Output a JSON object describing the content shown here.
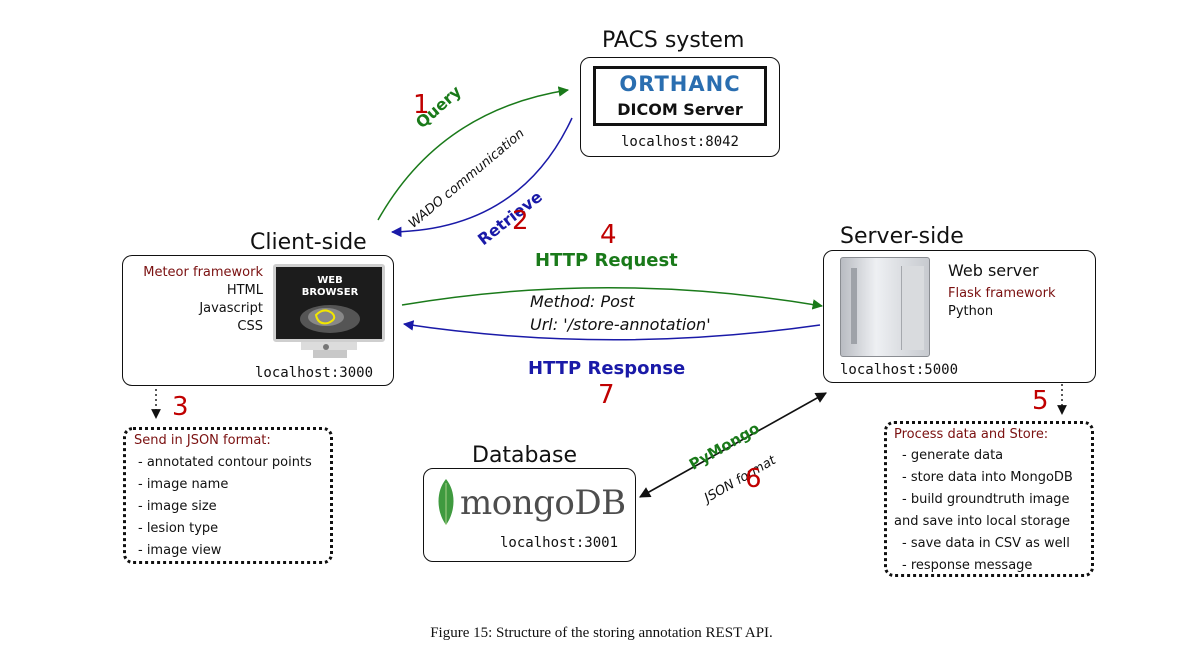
{
  "pacs": {
    "title": "PACS system",
    "logo_text": "ORTHANC",
    "server_label": "DICOM Server",
    "host": "localhost:8042"
  },
  "client": {
    "title": "Client-side",
    "tech": [
      "Meteor framework",
      "HTML",
      "Javascript",
      "CSS"
    ],
    "screen_text": "WEB BROWSER",
    "host": "localhost:3000"
  },
  "server": {
    "title": "Server-side",
    "name": "Web server",
    "framework": "Flask framework",
    "language": "Python",
    "host": "localhost:5000"
  },
  "database": {
    "title": "Database",
    "logo_text": "mongoDB",
    "host": "localhost:3001"
  },
  "flows": {
    "step1": "1",
    "query": "Query",
    "wado": "WADO communication",
    "retrieve": "Retrieve",
    "step2": "2",
    "step4": "4",
    "http_request": "HTTP Request",
    "method": "Method: Post",
    "url": "Url: '/store-annotation'",
    "http_response": "HTTP Response",
    "step7": "7",
    "step3": "3",
    "step5": "5",
    "pymongo": "PyMongo",
    "json_format": "JSON format",
    "step6": "6"
  },
  "client_note": {
    "heading": "Send in JSON format:",
    "items": [
      "- annotated contour points",
      "- image name",
      "- image size",
      "- lesion type",
      "- image view"
    ]
  },
  "server_note": {
    "heading": "Process data and Store:",
    "items": [
      "- generate data",
      "- store data into MongoDB",
      "- build groundtruth image",
      "and save into local storage",
      "- save data in CSV as well",
      "- response message"
    ]
  },
  "caption": "Figure 15: Structure of the storing annotation REST API."
}
